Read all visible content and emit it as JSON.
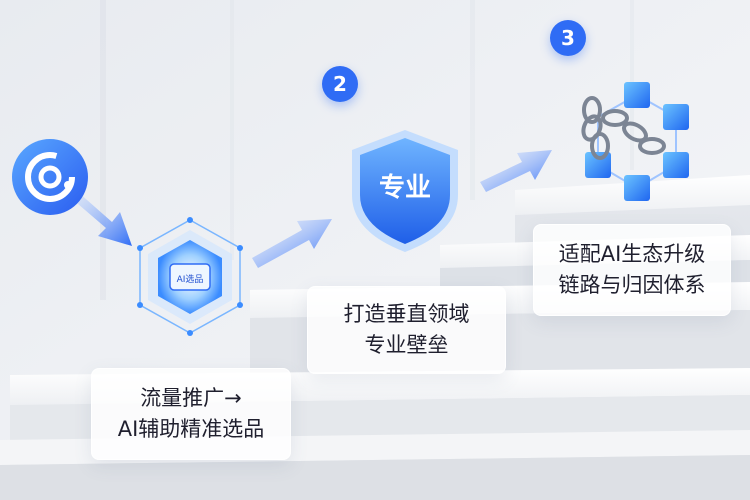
{
  "steps": [
    {
      "lines": [
        "流量推广→",
        "AI辅助精准选品"
      ],
      "icon_label": "AI选品"
    },
    {
      "badge": "2",
      "lines": [
        "打造垂直领域",
        "专业壁垒"
      ],
      "icon_label": "专业"
    },
    {
      "badge": "3",
      "lines": [
        "适配AI生态升级",
        "链路与归因体系"
      ]
    }
  ],
  "colors": {
    "accent": "#2f6cf5",
    "accent_light": "#5aa8ff",
    "text": "#1f1f2e"
  }
}
